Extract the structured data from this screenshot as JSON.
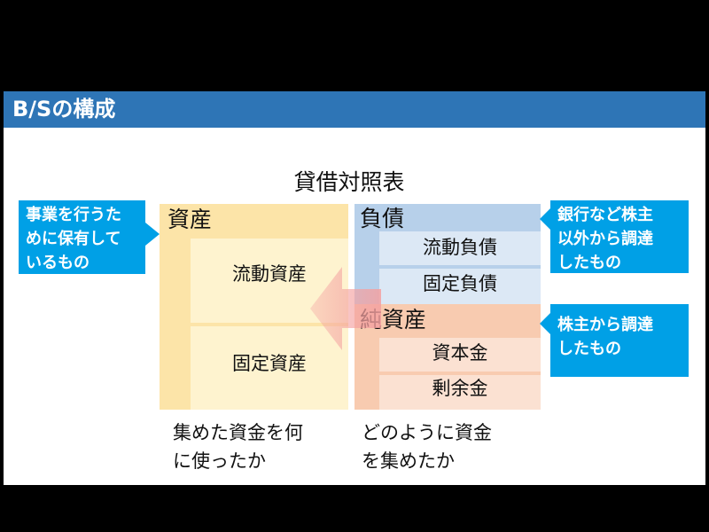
{
  "header": {
    "title": "B/Sの構成"
  },
  "diagram": {
    "title": "貸借対照表",
    "assets": {
      "label": "資産",
      "current": "流動資産",
      "fixed": "固定資産"
    },
    "liabilities": {
      "label": "負債",
      "current": "流動負債",
      "fixed": "固定負債"
    },
    "net_assets": {
      "label": "純資産",
      "capital": "資本金",
      "surplus": "剰余金"
    }
  },
  "callouts": {
    "left": [
      "事業を行うた",
      "めに保有して",
      "いるもの"
    ],
    "right_top": [
      "銀行など株主",
      "以外から調達",
      "したもの"
    ],
    "right_bottom": [
      "株主から調達",
      "したもの"
    ]
  },
  "captions": {
    "left": [
      "集めた資金を何",
      "に使ったか"
    ],
    "right": [
      "どのように資金",
      "を集めたか"
    ]
  },
  "colors": {
    "header": "#2e75b6",
    "callout": "#00a0e6",
    "assets": "#fce4a8",
    "liabilities": "#b7d0ea",
    "net_assets": "#f8cbb0",
    "arrow": "#f4a0a0"
  }
}
